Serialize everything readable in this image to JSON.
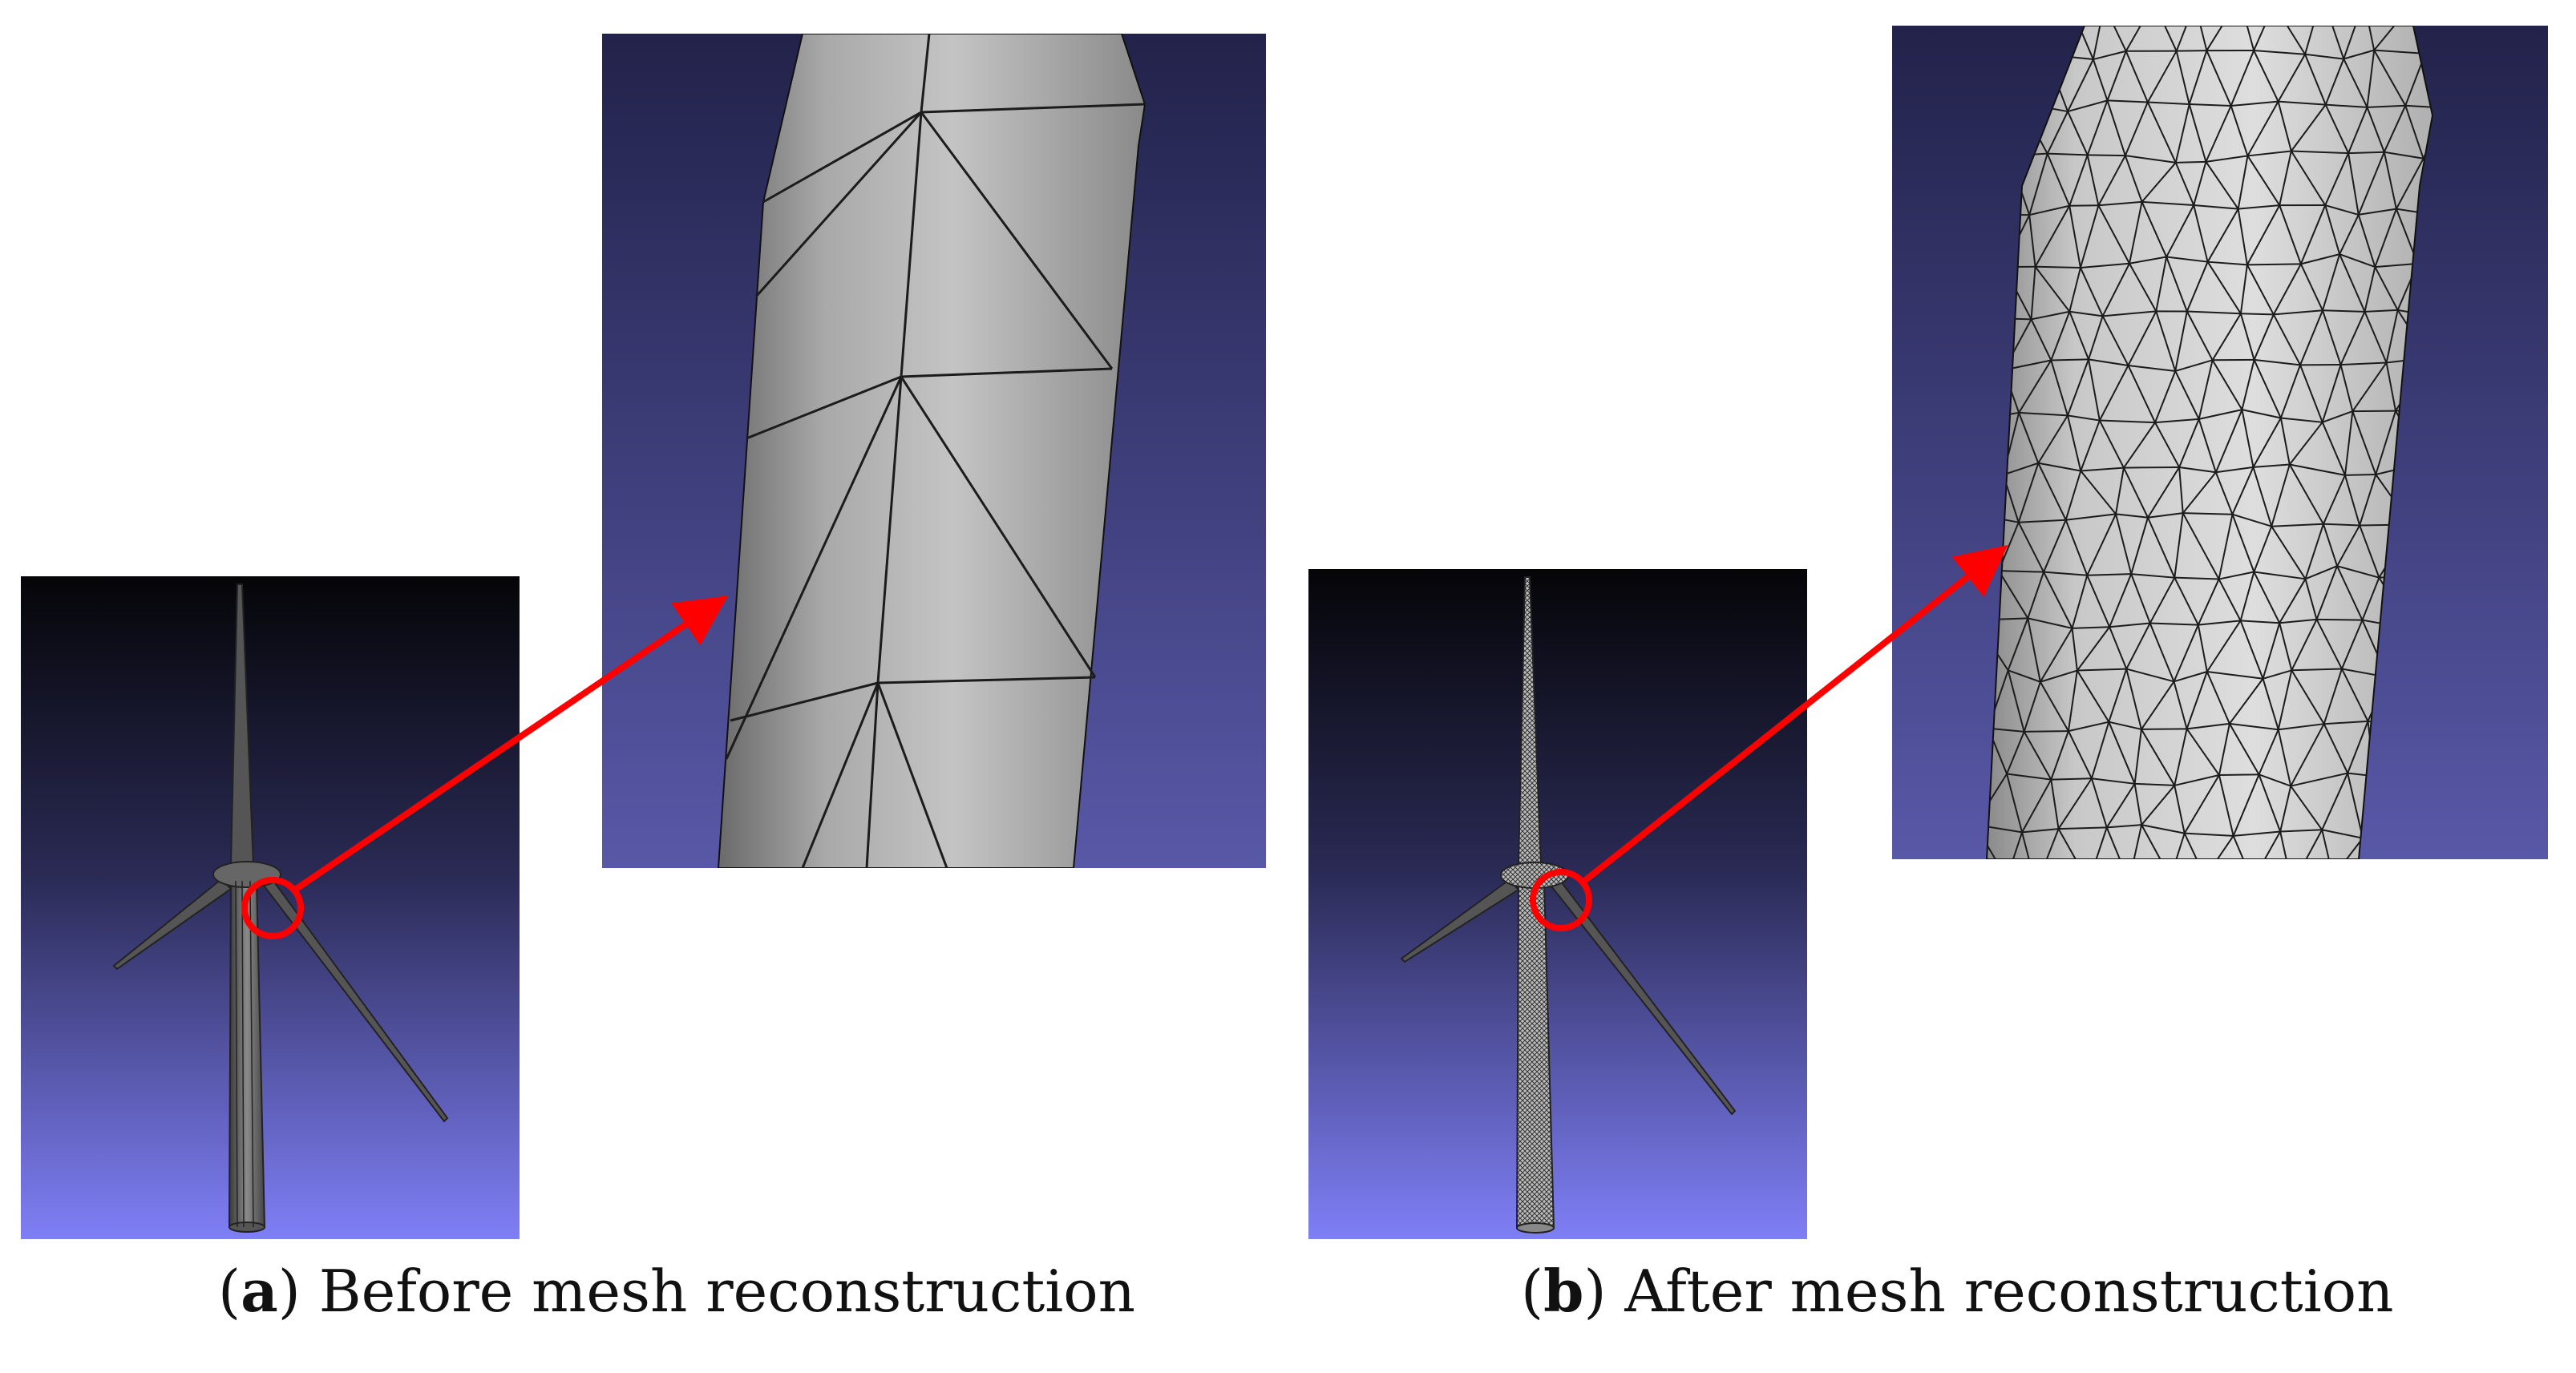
{
  "figure": {
    "panels": [
      {
        "id": "a",
        "letter": "a",
        "caption": " Before mesh reconstruction"
      },
      {
        "id": "b",
        "letter": "b",
        "caption": " After mesh reconstruction"
      }
    ],
    "colors": {
      "viewport_top": "#050508",
      "viewport_bottom": "#7f7ff6",
      "zoom_top": "#24244a",
      "zoom_bottom": "#5a5aa8",
      "marker": "#ff0000",
      "mesh_edge": "#1c1c1c"
    }
  }
}
